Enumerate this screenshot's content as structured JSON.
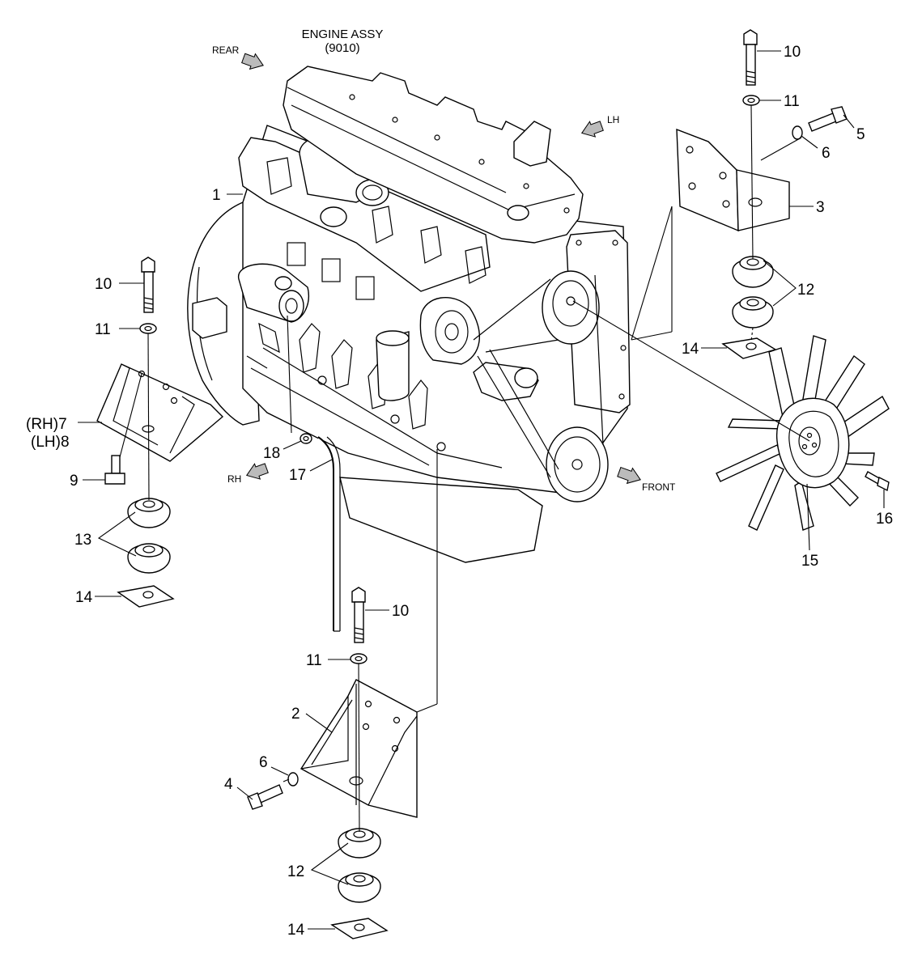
{
  "title": {
    "line1": "ENGINE ASSY",
    "line2": "(9010)"
  },
  "directions": {
    "rear": "REAR",
    "lh": "LH",
    "rh": "RH",
    "front": "FRONT"
  },
  "callouts": {
    "c1": "1",
    "c2": "2",
    "c3": "3",
    "c4": "4",
    "c5": "5",
    "c6a": "6",
    "c6b": "6",
    "c7": "(RH)7",
    "c8": "(LH)8",
    "c9": "9",
    "c10a": "10",
    "c10b": "10",
    "c10c": "10",
    "c11a": "11",
    "c11b": "11",
    "c11c": "11",
    "c12a": "12",
    "c12b": "12",
    "c13": "13",
    "c14a": "14",
    "c14b": "14",
    "c14c": "14",
    "c15": "15",
    "c16": "16",
    "c17": "17",
    "c18": "18"
  },
  "icons": [
    "direction-arrow-icon"
  ]
}
